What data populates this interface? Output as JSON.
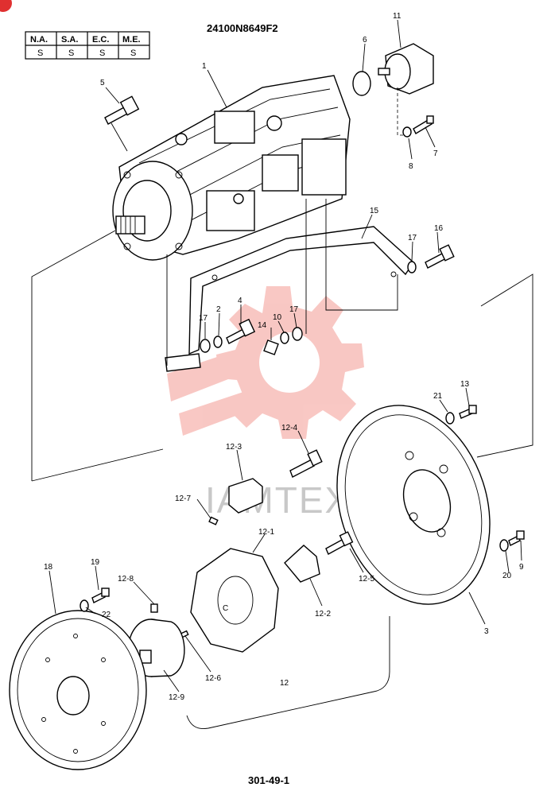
{
  "drawing_number": "24100N8649F2",
  "page_number": "301-49-1",
  "watermark": "IAMTEX",
  "applicability_table": {
    "headers": [
      "N.A.",
      "S.A.",
      "E.C.",
      "M.E."
    ],
    "values": [
      "S",
      "S",
      "S",
      "S"
    ]
  },
  "callouts": [
    "1",
    "2",
    "3",
    "4",
    "5",
    "6",
    "7",
    "8",
    "9",
    "10",
    "11",
    "12",
    "12-1",
    "12-2",
    "12-3",
    "12-4",
    "12-5",
    "12-6",
    "12-7",
    "12-8",
    "12-9",
    "13",
    "14",
    "15",
    "16",
    "17",
    "17",
    "17",
    "18",
    "19",
    "20",
    "21",
    "22"
  ],
  "colors": {
    "line": "#000000",
    "watermark": "#e8392c",
    "corner_mark": "#e03030"
  }
}
